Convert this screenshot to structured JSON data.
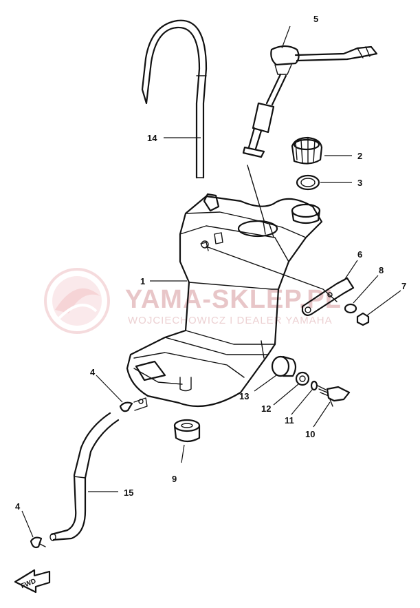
{
  "watermark": {
    "title": "YAMA-SKLEP.PL",
    "subtitle": "WOJCIECHOWICZ I DEALER YAMAHA"
  },
  "fwd_label": "FWD",
  "colors": {
    "ink": "#111111",
    "watermark": "#e8c6c8"
  },
  "callouts": [
    {
      "id": "c1",
      "label": "1"
    },
    {
      "id": "c2",
      "label": "2"
    },
    {
      "id": "c3",
      "label": "3"
    },
    {
      "id": "c4a",
      "label": "4"
    },
    {
      "id": "c4b",
      "label": "4"
    },
    {
      "id": "c5",
      "label": "5"
    },
    {
      "id": "c6",
      "label": "6"
    },
    {
      "id": "c7",
      "label": "7"
    },
    {
      "id": "c8",
      "label": "8"
    },
    {
      "id": "c9",
      "label": "9"
    },
    {
      "id": "c10",
      "label": "10"
    },
    {
      "id": "c11",
      "label": "11"
    },
    {
      "id": "c12",
      "label": "12"
    },
    {
      "id": "c13",
      "label": "13"
    },
    {
      "id": "c14",
      "label": "14"
    },
    {
      "id": "c15",
      "label": "15"
    }
  ]
}
